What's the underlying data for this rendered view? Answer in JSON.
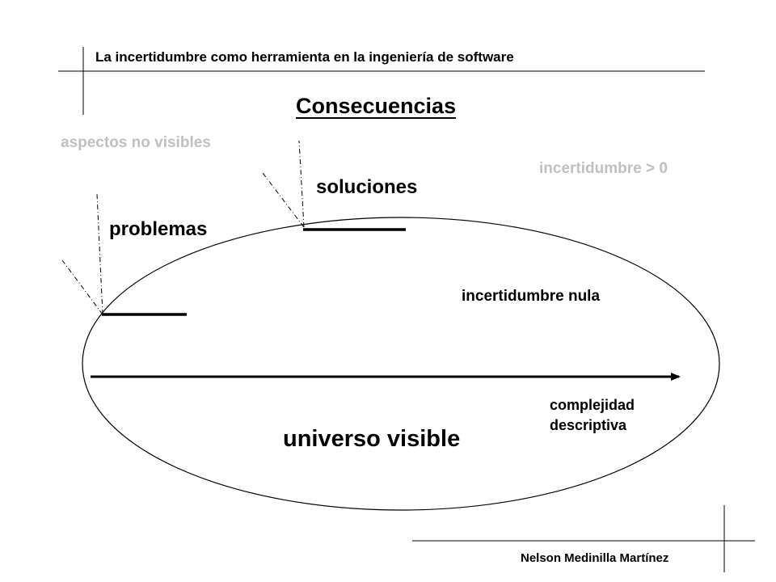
{
  "header": {
    "title": "La incertidumbre como herramienta en la ingeniería de software"
  },
  "footer": {
    "author": "Nelson Medinilla Martínez"
  },
  "slide": {
    "title": "Consecuencias"
  },
  "labels": {
    "hidden_aspects": "aspectos no visibles",
    "uncertainty_positive": "incertidumbre > 0",
    "solutions": "soluciones",
    "problems": "problemas",
    "uncertainty_zero": "incertidumbre nula",
    "complexity_line1": "complejidad",
    "complexity_line2": "descriptiva",
    "universe": "universo visible"
  },
  "colors": {
    "ink": "#000000",
    "muted": "#c0c0c0",
    "background": "#ffffff"
  }
}
